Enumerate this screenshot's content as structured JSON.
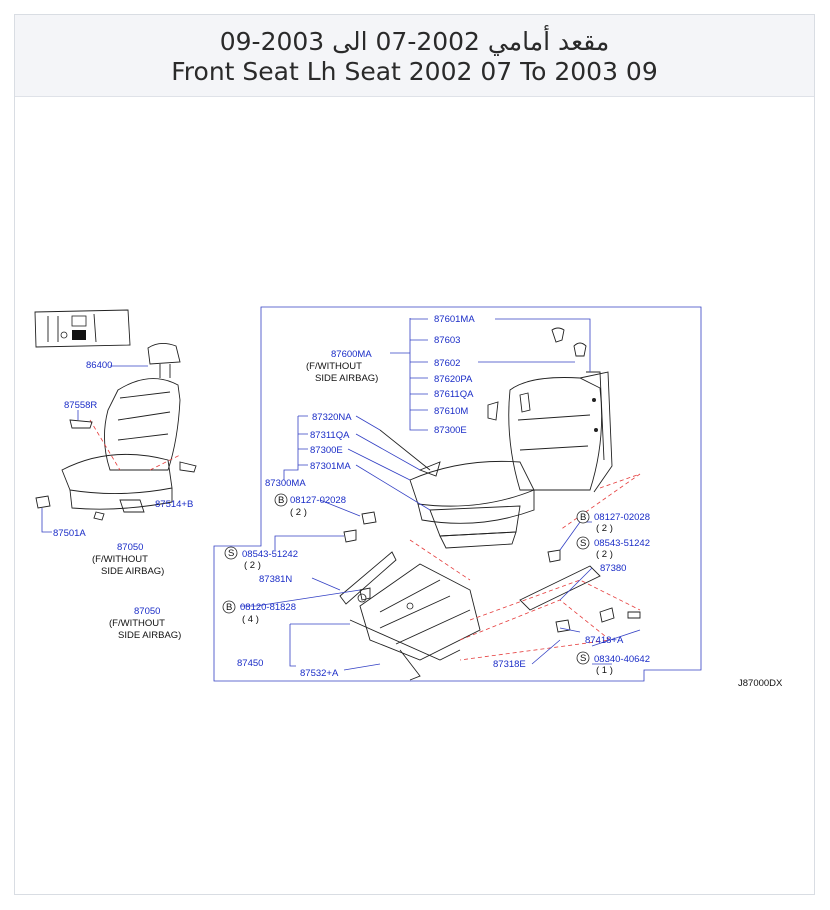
{
  "title": {
    "arabic": "مقعد أمامي 2002-07 الى 2003-09",
    "english": "Front Seat Lh Seat 2002 07 To 2003 09"
  },
  "diagram": {
    "code": "J87000DX",
    "parts": {
      "p86400": "86400",
      "p87558R": "87558R",
      "p87501A": "87501A",
      "p87050a": "87050",
      "p87050b": "87050",
      "p87601MA": "87601MA",
      "p87603": "87603",
      "p87600MA": "87600MA",
      "p87602": "87602",
      "p87620PA": "87620PA",
      "p87611QA": "87611QA",
      "p87610M": "87610M",
      "p87300E_top": "87300E",
      "p87320NA": "87320NA",
      "p87311QA": "87311QA",
      "p87300E_mid": "87300E",
      "p87301MA": "87301MA",
      "p87300MA": "87300MA",
      "p08127_02028_b": "08127-02028",
      "p08543_51242_r": "08543-51242",
      "p87380": "87380",
      "p08543_51242_l": "08543-51242",
      "p87381N": "87381N",
      "p08120_81828": "08120-81828",
      "p87418A": "87418+A",
      "p87450": "87450",
      "p87532A": "87532+A",
      "p87318E": "87318E",
      "p08340_40642": "08340-40642",
      "p8751x": "87514+B",
      "p08127_02028_a": "08127-02028"
    },
    "quantities": {
      "q_2a": "( 2 )",
      "q_2b": "( 2 )",
      "q_2c": "( 2 )",
      "q_2d": "( 2 )",
      "q_4": "( 4 )",
      "q_1": "( 1 )"
    },
    "notes": {
      "f_without": "(F/WITHOUT",
      "side_airbag": "SIDE   AIRBAG)"
    },
    "bolt_marker": "B",
    "screw_marker": "S"
  }
}
